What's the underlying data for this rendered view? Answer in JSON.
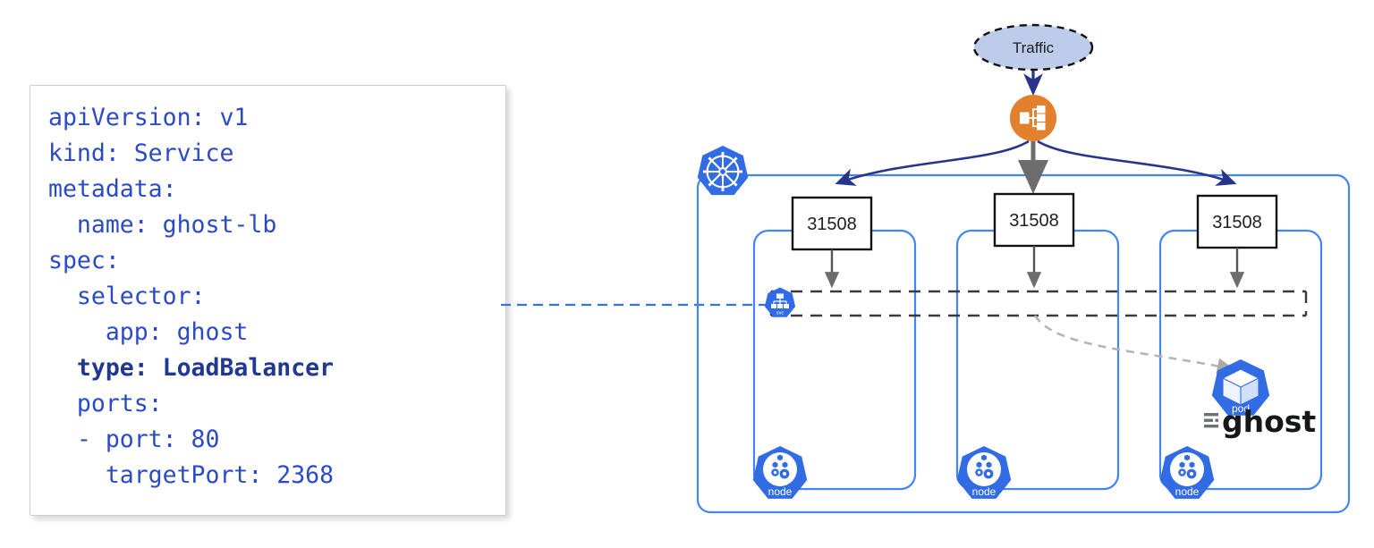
{
  "yaml": {
    "lines": [
      {
        "text": "apiVersion: v1",
        "bold": false
      },
      {
        "text": "kind: Service",
        "bold": false
      },
      {
        "text": "metadata:",
        "bold": false
      },
      {
        "text": "  name: ghost-lb",
        "bold": false
      },
      {
        "text": "spec:",
        "bold": false
      },
      {
        "text": "  selector:",
        "bold": false
      },
      {
        "text": "    app: ghost",
        "bold": false
      },
      {
        "text": "  type: LoadBalancer",
        "bold": true
      },
      {
        "text": "  ports:",
        "bold": false
      },
      {
        "text": "  - port: 80",
        "bold": false
      },
      {
        "text": "    targetPort: 2368",
        "bold": false
      }
    ],
    "full_text": "apiVersion: v1\nkind: Service\nmetadata:\n  name: ghost-lb\nspec:\n  selector:\n    app: ghost\n  type: LoadBalancer\n  ports:\n  - port: 80\n    targetPort: 2368"
  },
  "diagram": {
    "traffic": {
      "label": "Traffic"
    },
    "load_balancer": {
      "icon": "load-balancer-icon"
    },
    "cluster": {
      "icon": "kubernetes-logo-icon"
    },
    "service": {
      "icon": "kubernetes-service-icon",
      "badge": "svc"
    },
    "nodes": [
      {
        "port": "31508",
        "badge": "node",
        "icon": "kubernetes-node-icon"
      },
      {
        "port": "31508",
        "badge": "node",
        "icon": "kubernetes-node-icon"
      },
      {
        "port": "31508",
        "badge": "node",
        "icon": "kubernetes-node-icon"
      }
    ],
    "pod": {
      "badge": "pod",
      "icon": "kubernetes-pod-icon",
      "app_label": "ghost"
    }
  },
  "colors": {
    "yaml_text": "#2a4ac8",
    "yaml_bold": "#22378f",
    "kubernetes_blue": "#326ce5",
    "cluster_border": "#4285f4",
    "load_balancer_orange": "#e2802e",
    "traffic_fill": "#bcccea",
    "arrow_navy": "#26348b",
    "arrow_gray": "#6d6d6d",
    "dashed_gray": "#b5b5b5",
    "port_box_border": "#111111"
  }
}
